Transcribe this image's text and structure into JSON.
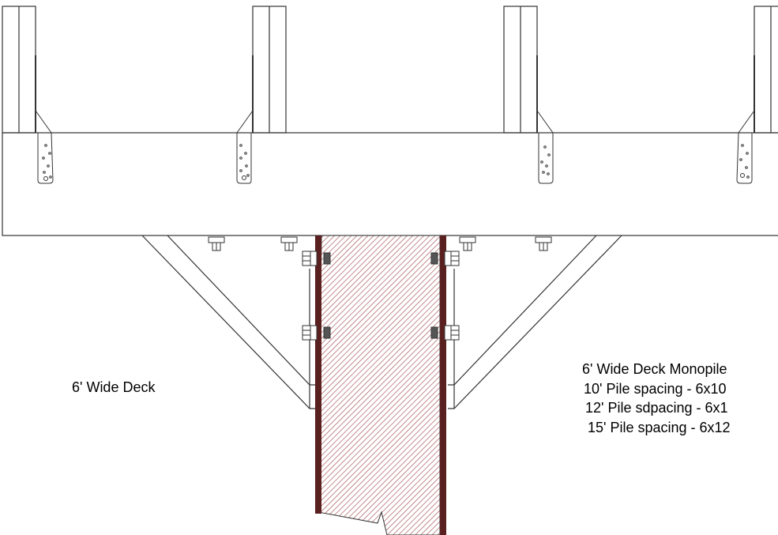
{
  "labels": {
    "deck_width": "6' Wide Deck",
    "spec_title": "6' Wide Deck Monopile",
    "spec_lines": [
      "10' Pile spacing - 6x10",
      "12' Pile sdpacing - 6x1",
      "15' Pile spacing - 6x12"
    ]
  },
  "colors": {
    "line": "#333333",
    "steel_plate": "#5a2020",
    "pile_hatch": "#a85a5a",
    "bolt": "#444444"
  }
}
